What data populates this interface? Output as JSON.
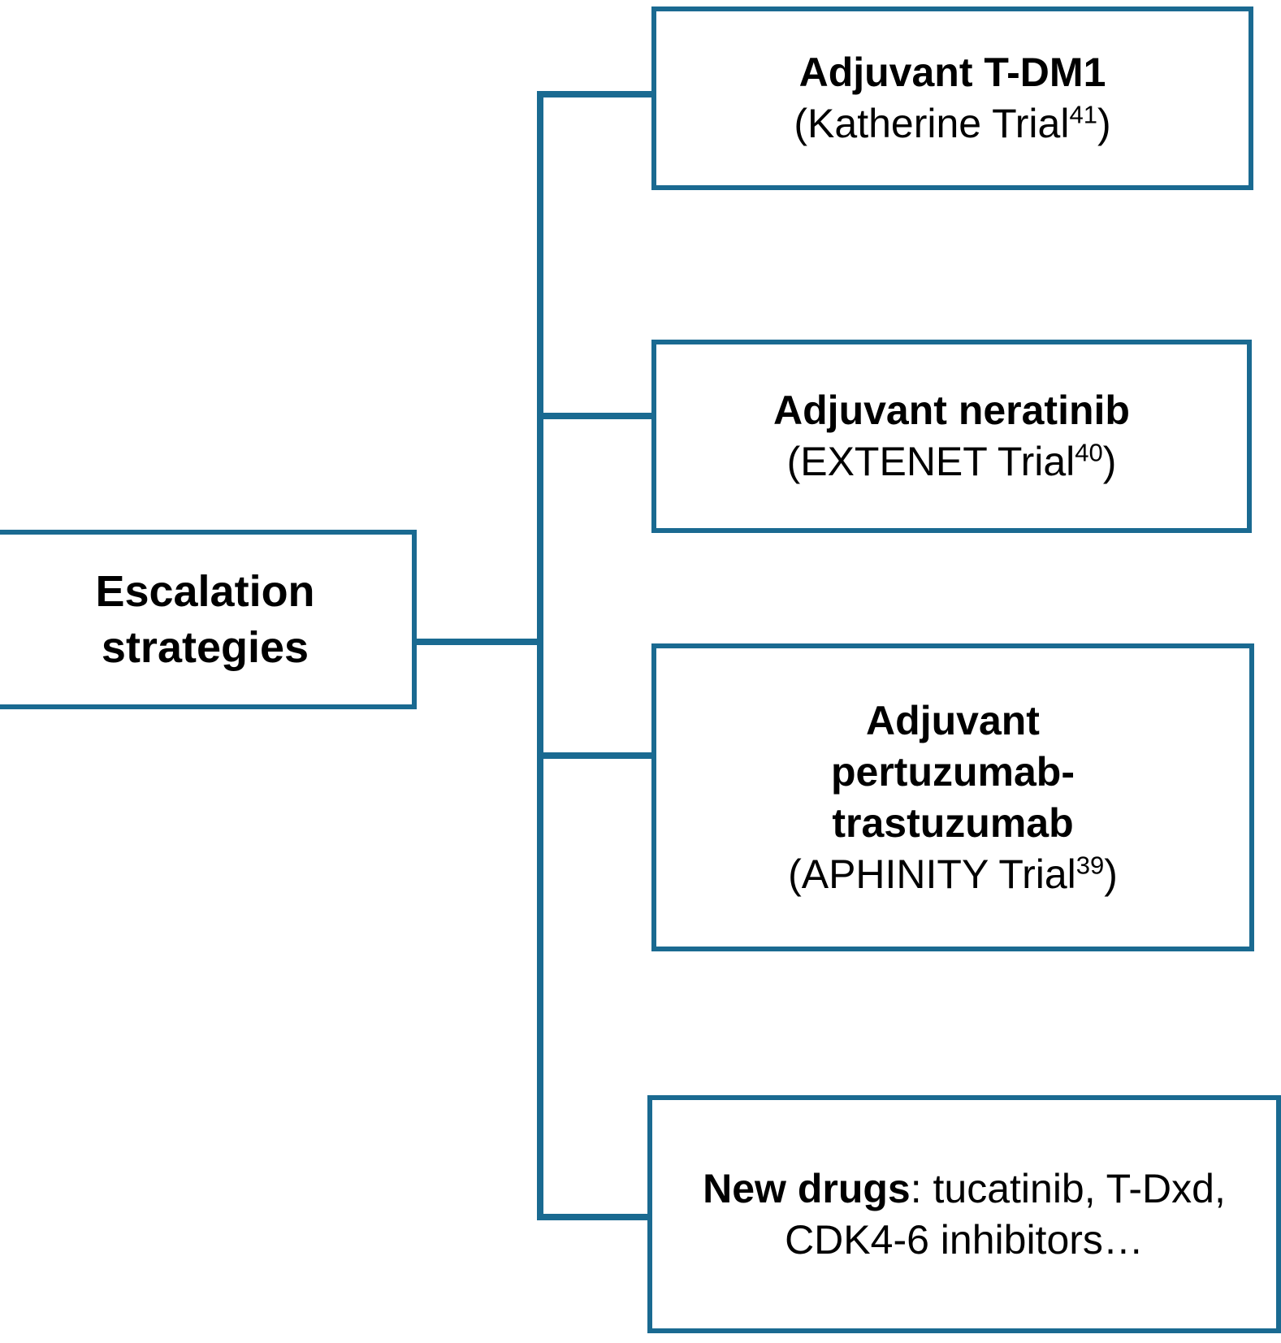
{
  "diagram": {
    "type": "tree",
    "orientation": "left-to-right",
    "line_color": "#1a6a91",
    "box_border_color": "#1a6a91",
    "box_fill_color": "#ffffff",
    "text_color": "#000000",
    "root": {
      "label_line_1": "Escalation",
      "label_line_2": "strategies",
      "label": "Escalation strategies"
    },
    "children": [
      {
        "id": "adjuvant-t-dm1",
        "title": "Adjuvant T-DM1",
        "subtitle_prefix": "(Katherine Trial",
        "subtitle_ref": "41",
        "subtitle_suffix": ")",
        "subtitle": "(Katherine Trial41)"
      },
      {
        "id": "adjuvant-neratinib",
        "title": "Adjuvant neratinib",
        "subtitle_prefix": "(EXTENET Trial",
        "subtitle_ref": "40",
        "subtitle_suffix": ")",
        "subtitle": "(EXTENET Trial40)"
      },
      {
        "id": "adjuvant-pertuzumab-trastuzumab",
        "title_line_1": "Adjuvant",
        "title_line_2": "pertuzumab-",
        "title_line_3": "trastuzumab",
        "title": "Adjuvant pertuzumab-trastuzumab",
        "subtitle_prefix": "(APHINITY Trial",
        "subtitle_ref": "39",
        "subtitle_suffix": ")",
        "subtitle": "(APHINITY Trial39)"
      },
      {
        "id": "new-drugs",
        "bold_lead": "New drugs",
        "body": ": tucatinib, T-Dxd, CDK4-6 inhibitors…",
        "label": "New drugs: tucatinib, T-Dxd, CDK4-6 inhibitors…"
      }
    ]
  }
}
